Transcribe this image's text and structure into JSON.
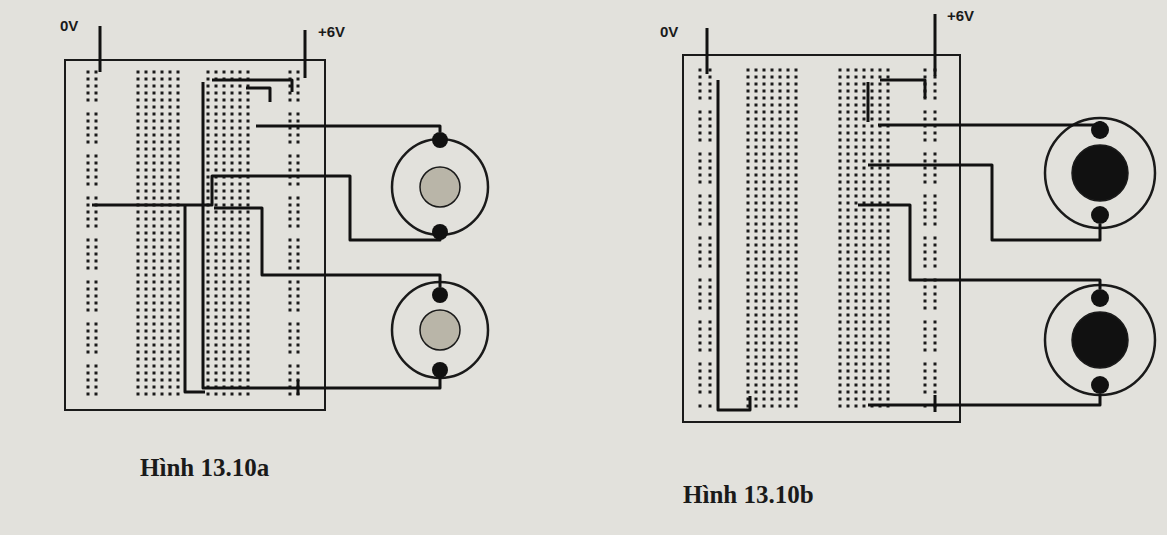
{
  "diagram": {
    "labels": [
      "0V",
      "+6V",
      "0V",
      "+6V",
      "Hình 13.10a",
      "Hình 13.10b"
    ]
  }
}
